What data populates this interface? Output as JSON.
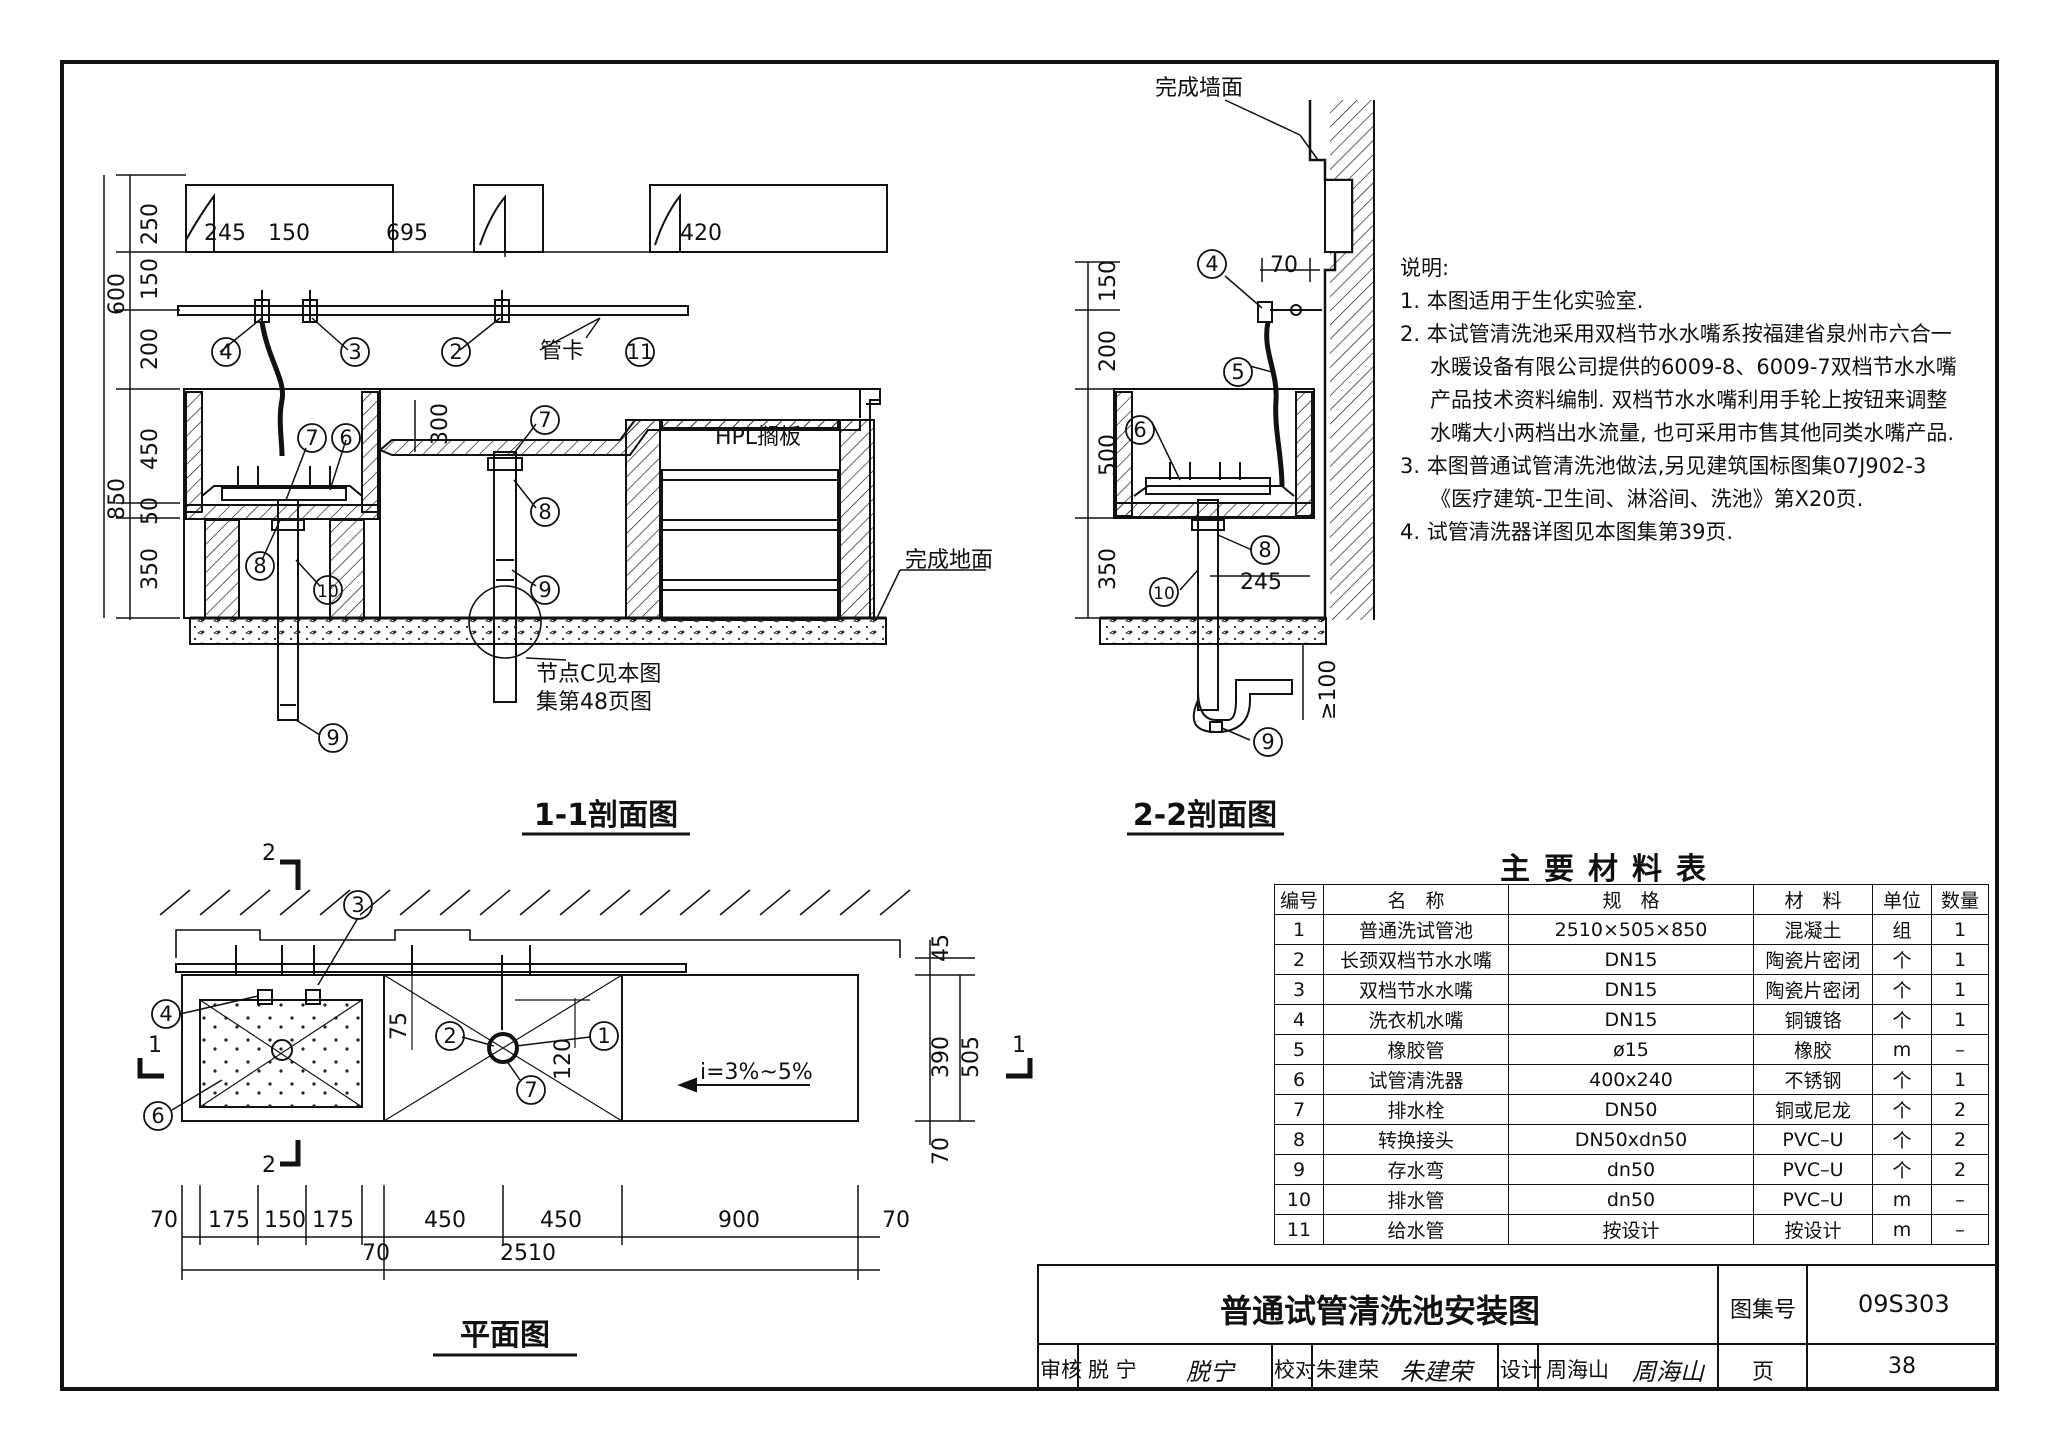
{
  "views": {
    "section_1_1": {
      "title": "1-1剖面图",
      "dims_top": [
        "245",
        "150",
        "695",
        "420"
      ],
      "dims_left": [
        "250",
        "150",
        "600",
        "200",
        "450",
        "850",
        "50",
        "350"
      ],
      "dim_300": "300",
      "pipe_clamp": "管卡",
      "hpl": "HPL搁板",
      "floor": "完成地面",
      "node_note_1": "节点C见本图",
      "node_note_2": "集第48页图",
      "callouts": [
        "4",
        "3",
        "2",
        "11",
        "7",
        "6",
        "7",
        "8",
        "8",
        "10",
        "9",
        "9"
      ]
    },
    "section_2_2": {
      "title": "2-2剖面图",
      "wall": "完成墙面",
      "dims": [
        "150",
        "200",
        "500",
        "350",
        "70",
        "245",
        "≥100"
      ],
      "callouts": [
        "4",
        "5",
        "6",
        "8",
        "10",
        "9"
      ]
    },
    "plan": {
      "title": "平面图",
      "slope": "i=3%~5%",
      "dims_bottom": [
        "70",
        "175",
        "150",
        "175",
        "450",
        "450",
        "900",
        "70"
      ],
      "dims_total": [
        "70",
        "2510"
      ],
      "dims_right": [
        "45",
        "390",
        "505",
        "70"
      ],
      "dims_inner": [
        "75",
        "120"
      ],
      "section_marks": [
        "2",
        "2",
        "1",
        "1"
      ],
      "callouts": [
        "3",
        "4",
        "6",
        "2",
        "1",
        "7"
      ]
    }
  },
  "notes": {
    "title": "说明:",
    "items": [
      "1. 本图适用于生化实验室.",
      "2. 本试管清洗池采用双档节水水嘴系按福建省泉州市六合一水暖设备有限公司提供的6009-8、6009-7双档节水水嘴产品技术资料编制. 双档节水水嘴利用手轮上按钮来调整水嘴大小两档出水流量, 也可采用市售其他同类水嘴产品.",
      "3. 本图普通试管清洗池做法,另见建筑国标图集07J902-3《医疗建筑-卫生间、淋浴间、洗池》第X20页.",
      "4. 试管清洗器详图见本图集第39页."
    ]
  },
  "materials": {
    "title": "主要材料表",
    "headers": [
      "编号",
      "名　称",
      "规　格",
      "材　料",
      "单位",
      "数量"
    ],
    "rows": [
      [
        "1",
        "普通洗试管池",
        "2510×505×850",
        "混凝土",
        "组",
        "1"
      ],
      [
        "2",
        "长颈双档节水水嘴",
        "DN15",
        "陶瓷片密闭",
        "个",
        "1"
      ],
      [
        "3",
        "双档节水水嘴",
        "DN15",
        "陶瓷片密闭",
        "个",
        "1"
      ],
      [
        "4",
        "洗衣机水嘴",
        "DN15",
        "铜镀铬",
        "个",
        "1"
      ],
      [
        "5",
        "橡胶管",
        "ø15",
        "橡胶",
        "m",
        "–"
      ],
      [
        "6",
        "试管清洗器",
        "400x240",
        "不锈钢",
        "个",
        "1"
      ],
      [
        "7",
        "排水栓",
        "DN50",
        "铜或尼龙",
        "个",
        "2"
      ],
      [
        "8",
        "转换接头",
        "DN50xdn50",
        "PVC–U",
        "个",
        "2"
      ],
      [
        "9",
        "存水弯",
        "dn50",
        "PVC–U",
        "个",
        "2"
      ],
      [
        "10",
        "排水管",
        "dn50",
        "PVC–U",
        "m",
        "–"
      ],
      [
        "11",
        "给水管",
        "按设计",
        "按设计",
        "m",
        "–"
      ]
    ]
  },
  "title_block": {
    "drawing_title": "普通试管清洗池安装图",
    "atlas_label": "图集号",
    "atlas_no": "09S303",
    "page_label": "页",
    "page_no": "38",
    "review_label": "审核",
    "reviewer": "脱 宁",
    "check_label": "校对",
    "checker": "朱建荣",
    "design_label": "设计",
    "designer": "周海山",
    "signatures": [
      "脱宁",
      "朱建荣",
      "周海山"
    ]
  }
}
